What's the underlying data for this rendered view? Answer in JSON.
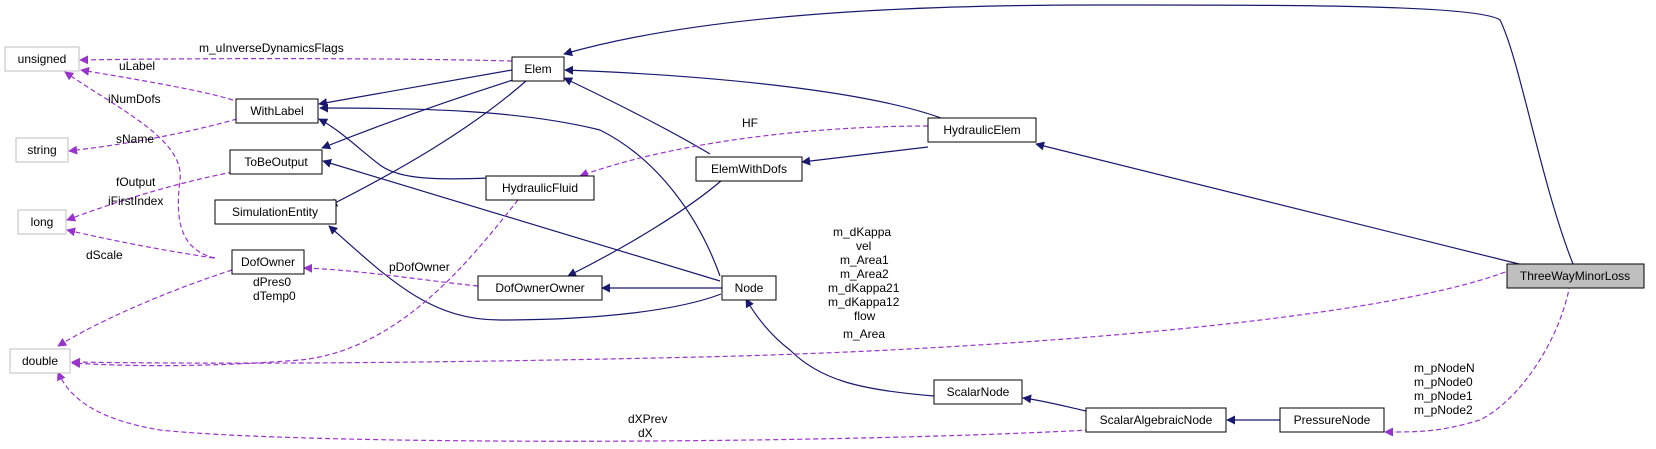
{
  "colors": {
    "inheritance_edge": "#191970",
    "usage_edge": "#9a32cd",
    "focus_fill": "#bfbfbf",
    "external_border": "#bfbfbf"
  },
  "nodes": {
    "unsigned": "unsigned",
    "string": "string",
    "long": "long",
    "double": "double",
    "withlabel": "WithLabel",
    "tobeoutput": "ToBeOutput",
    "simulationentity": "SimulationEntity",
    "dofowner": "DofOwner",
    "elem": "Elem",
    "hydraulicfluid": "HydraulicFluid",
    "elemwithdofs": "ElemWithDofs",
    "dofownerowner": "DofOwnerOwner",
    "node": "Node",
    "hydraulicelem": "HydraulicElem",
    "scalarnode": "ScalarNode",
    "scalaralgebraicnode": "ScalarAlgebraicNode",
    "pressurenode": "PressureNode",
    "threewayminorloss": "ThreeWayMinorLoss"
  },
  "edge_labels": {
    "m_uinversedynamicsflags": "m_uInverseDynamicsFlags",
    "ulabel": "uLabel",
    "inumdofs": "iNumDofs",
    "sname": "sName",
    "foutput": "fOutput",
    "ifirstindex": "iFirstIndex",
    "dscale": "dScale",
    "hf": "HF",
    "pdofowner": "pDofOwner",
    "dpres0": "dPres0",
    "dtemp0": "dTemp0",
    "m_dkappa": "m_dKappa",
    "vel": "vel",
    "m_area1": "m_Area1",
    "m_area2": "m_Area2",
    "m_dkappa21": "m_dKappa21",
    "m_dkappa12": "m_dKappa12",
    "flow": "flow",
    "m_area": "m_Area",
    "dxprev": "dXPrev",
    "dx": "dX",
    "m_pnoden": "m_pNodeN",
    "m_pnode0": "m_pNode0",
    "m_pnode1": "m_pNode1",
    "m_pnode2": "m_pNode2"
  }
}
